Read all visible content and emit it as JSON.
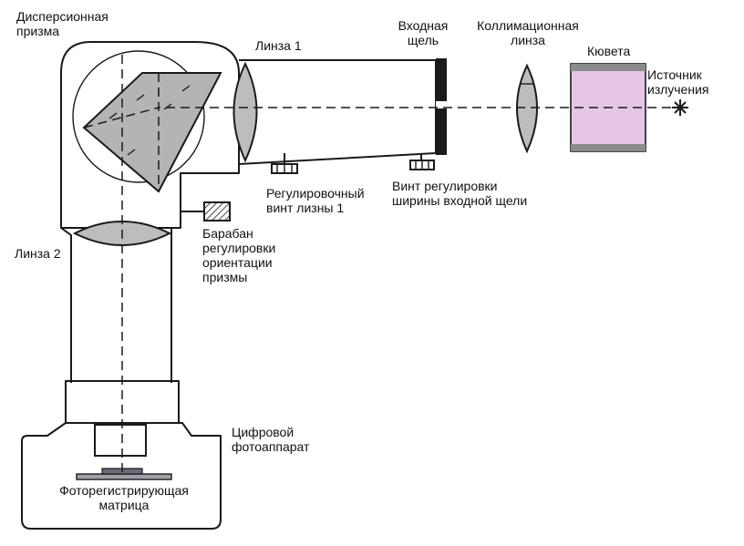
{
  "labels": {
    "prism": "Дисперсионная\nпризма",
    "lens1": "Линза 1",
    "slit": "Входная\nщель",
    "collimating_lens": "Коллимационная\nлинза",
    "cuvette": "Кювета",
    "source": "Источник\nизлучения",
    "lens1_screw": "Регулировочный\nвинт лизны 1",
    "slit_screw": "Винт регулировки\nширины входной щели",
    "lens2": "Линза 2",
    "drum": "Барабан\nрегулировки\nориентации\nпризмы",
    "camera": "Цифровой\nфотоаппарат",
    "sensor": "Фоторегистрирующая\nматрица"
  },
  "colors": {
    "prism_fill": "#b4b4b4",
    "lens_fill": "#bdbdbd",
    "cuvette_fill": "#e6c6e6",
    "cuvette_band": "#8c8c8c",
    "sensor_fill": "#a0a0a8"
  },
  "icons": {
    "source": "asterisk-star-icon",
    "drum": "hatched-knob-icon"
  }
}
